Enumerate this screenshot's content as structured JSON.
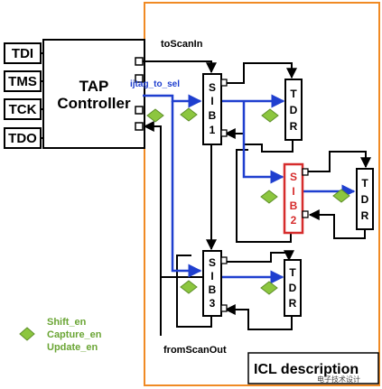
{
  "tap": {
    "pins": [
      "TDI",
      "TMS",
      "TCK",
      "TDO"
    ],
    "title_line1": "TAP",
    "title_line2": "Controller"
  },
  "signals": {
    "to_scan_in": "toScanIn",
    "from_scan_out": "fromScanOut",
    "ijtag_to_sel": "ijtag_to_sel"
  },
  "sib1": [
    "S",
    "I",
    "B",
    "1"
  ],
  "sib2": [
    "S",
    "I",
    "B",
    "2"
  ],
  "sib3": [
    "S",
    "I",
    "B",
    "3"
  ],
  "tdr_letters": [
    "T",
    "D",
    "R"
  ],
  "legend": [
    "Shift_en",
    "Capture_en",
    "Update_en"
  ],
  "icl_label": "ICL description",
  "watermark": "电子技术设计",
  "colors": {
    "orange_frame": "#f08a24",
    "blue_wire": "#1f3fcf",
    "red_box": "#d62c2c",
    "green_diamond": "#8cc63f"
  }
}
